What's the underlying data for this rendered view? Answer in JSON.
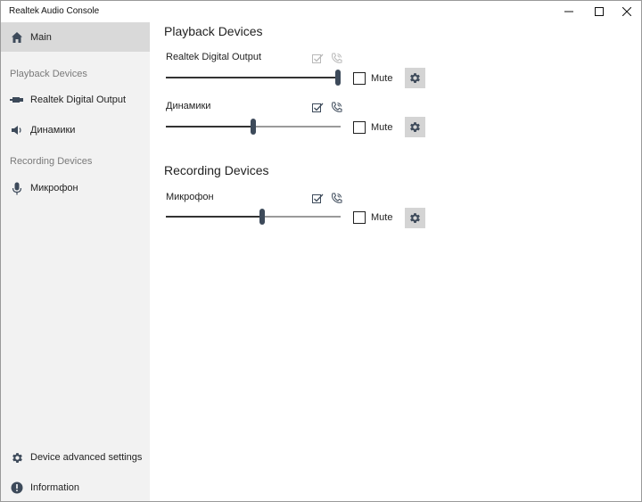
{
  "window": {
    "title": "Realtek Audio Console"
  },
  "sidebar": {
    "main_label": "Main",
    "playback_header": "Playback Devices",
    "recording_header": "Recording Devices",
    "playback_items": [
      {
        "label": "Realtek Digital Output",
        "icon": "digital-output-icon"
      },
      {
        "label": "Динамики",
        "icon": "speaker-icon"
      }
    ],
    "recording_items": [
      {
        "label": "Микрофон",
        "icon": "microphone-icon"
      }
    ],
    "device_advanced_settings": "Device advanced settings",
    "information": "Information"
  },
  "main": {
    "playback_title": "Playback Devices",
    "recording_title": "Recording Devices",
    "playback_devices": [
      {
        "name": "Realtek Digital Output",
        "volume": 1.0,
        "mute_label": "Mute",
        "muted": false,
        "default_active": false,
        "comm_active": false
      },
      {
        "name": "Динамики",
        "volume": 0.5,
        "mute_label": "Mute",
        "muted": false,
        "default_active": true,
        "comm_active": true
      }
    ],
    "recording_devices": [
      {
        "name": "Микрофон",
        "volume": 0.55,
        "mute_label": "Mute",
        "muted": false,
        "default_active": true,
        "comm_active": true
      }
    ]
  },
  "colors": {
    "sidebar_bg": "#f2f2f2",
    "selected_bg": "#d9d9d9",
    "thumb": "#3d4a5a",
    "gear_bg": "#d4d4d4",
    "icon_active": "#3d4a5a",
    "icon_inactive": "#b8b8b8"
  }
}
